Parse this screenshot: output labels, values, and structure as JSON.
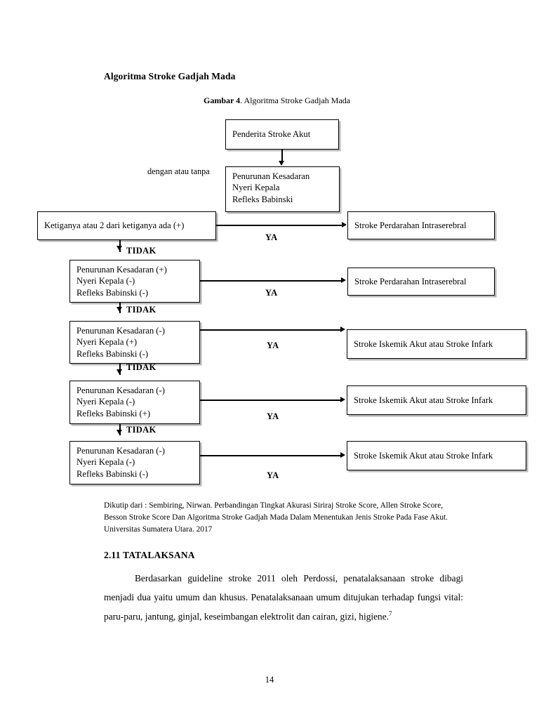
{
  "document": {
    "section_title": "Algoritma Stroke Gadjah Mada",
    "figure_label": "Gambar 4",
    "figure_caption_rest": ". Algoritma Stroke Gadjah Mada",
    "page_number": "14"
  },
  "flowchart": {
    "start_box": "Penderita Stroke Akut",
    "side_note": "dengan atau tanpa",
    "symptoms_box": {
      "line1": "Penurunan Kesadaran",
      "line2": "Nyeri Kepala",
      "line3": "Refleks Babinski"
    },
    "criteria_box": "Ketiganya atau 2 dari ketiganya ada (+)",
    "yes_label": "YA",
    "no_label": "TIDAK",
    "decisions": [
      {
        "line1": "Penurunan Kesadaran (+)",
        "line2": "Nyeri Kepala (-)",
        "line3": "Refleks Babinski (-)",
        "result": "Stroke Perdarahan Intraserebral"
      },
      {
        "line1": "Penurunan Kesadaran (-)",
        "line2": "Nyeri Kepala (+)",
        "line3": "Refleks Babinski (-)",
        "result": "Stroke Iskemik Akut atau Stroke Infark"
      },
      {
        "line1": "Penurunan Kesadaran (-)",
        "line2": "Nyeri Kepala (-)",
        "line3": "Refleks Babinski (+)",
        "result": "Stroke Iskemik Akut atau Stroke Infark"
      },
      {
        "line1": "Penurunan Kesadaran (-)",
        "line2": "Nyeri Kepala (-)",
        "line3": "Refleks Babinski (-)",
        "result": "Stroke Iskemik Akut atau Stroke Infark"
      }
    ],
    "criteria_result": "Stroke Perdarahan Intraserebral"
  },
  "citation": "Dikutip dari : Sembiring, Nirwan. Perbandingan Tingkat Akurasi Siriraj Stroke Score, Allen Stroke Score, Besson Stroke Score Dan Algoritma Stroke Gadjah Mada Dalam Menentukan Jenis Stroke Pada Fase Akut. Universitas Sumatera Utara. 2017",
  "body": {
    "heading": "2.11 TATALAKSANA",
    "paragraph": "Berdasarkan guideline stroke 2011 oleh Perdossi, penatalaksanaan stroke dibagi menjadi dua yaitu umum dan khusus. Penatalaksanaan umum ditujukan terhadap fungsi vital: paru-paru, jantung, ginjal, keseimbangan elektrolit dan cairan, gizi, higiene.",
    "footnote_marker": "7"
  }
}
